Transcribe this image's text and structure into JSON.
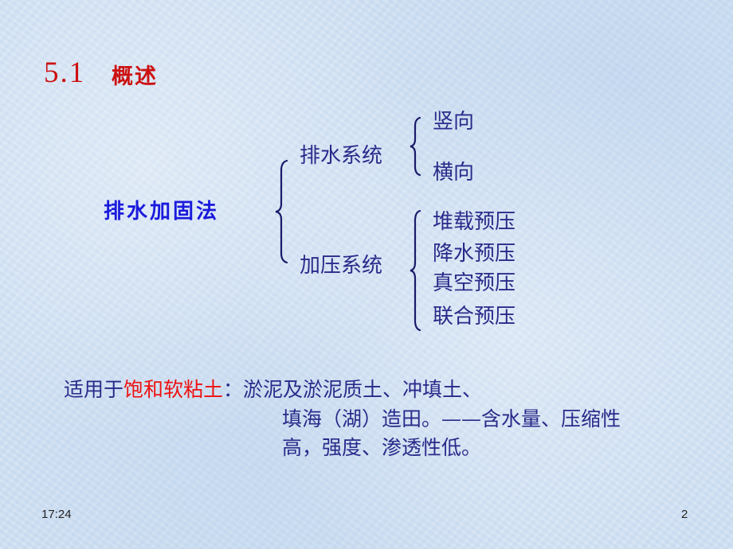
{
  "slide": {
    "title_number": "5.1",
    "title_text": "概述",
    "diagram": {
      "root": "排水加固法",
      "branches": [
        {
          "label": "排水系统",
          "children": [
            "竖向",
            "横向"
          ]
        },
        {
          "label": "加压系统",
          "children": [
            "堆载预压",
            "降水预压",
            "真空预压",
            "联合预压"
          ]
        }
      ]
    },
    "applicability": {
      "prefix": "适用于",
      "highlight": "饱和软粘土",
      "line1_rest": "：淤泥及淤泥质土、冲填土、",
      "line2": "填海（湖）造田。——含水量、压缩性",
      "line3": "高，强度、渗透性低。"
    },
    "colors": {
      "title": "#cc1111",
      "root": "#1a1adc",
      "text": "#2a2a8a",
      "highlight": "#ee1111",
      "background": "#cfe0f2"
    }
  },
  "footer": {
    "time": "17:24",
    "page_number": "2"
  }
}
